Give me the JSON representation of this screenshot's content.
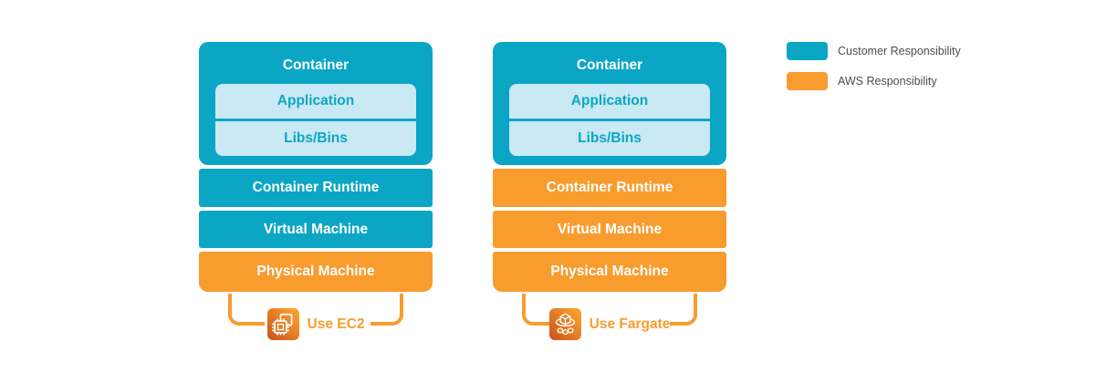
{
  "colors": {
    "customer_responsibility": "#0BA6C4",
    "aws_responsibility": "#F89C2E",
    "container_inner_fill": "#C9E9F4",
    "legend_text": "#4D4D4D"
  },
  "legend": {
    "items": [
      {
        "label": "Customer Responsibility",
        "color": "#0BA6C4"
      },
      {
        "label": "AWS Responsibility",
        "color": "#F89C2E"
      }
    ]
  },
  "stacks": [
    {
      "container_title": "Container",
      "inner_boxes": [
        "Application",
        "Libs/Bins"
      ],
      "layers": [
        {
          "label": "Container Runtime",
          "responsibility": "customer"
        },
        {
          "label": "Virtual Machine",
          "responsibility": "customer"
        },
        {
          "label": "Physical Machine",
          "responsibility": "aws"
        }
      ],
      "callout": {
        "icon": "ec2-icon",
        "label": "Use EC2"
      }
    },
    {
      "container_title": "Container",
      "inner_boxes": [
        "Application",
        "Libs/Bins"
      ],
      "layers": [
        {
          "label": "Container Runtime",
          "responsibility": "aws"
        },
        {
          "label": "Virtual Machine",
          "responsibility": "aws"
        },
        {
          "label": "Physical Machine",
          "responsibility": "aws"
        }
      ],
      "callout": {
        "icon": "fargate-icon",
        "label": "Use Fargate"
      }
    }
  ]
}
